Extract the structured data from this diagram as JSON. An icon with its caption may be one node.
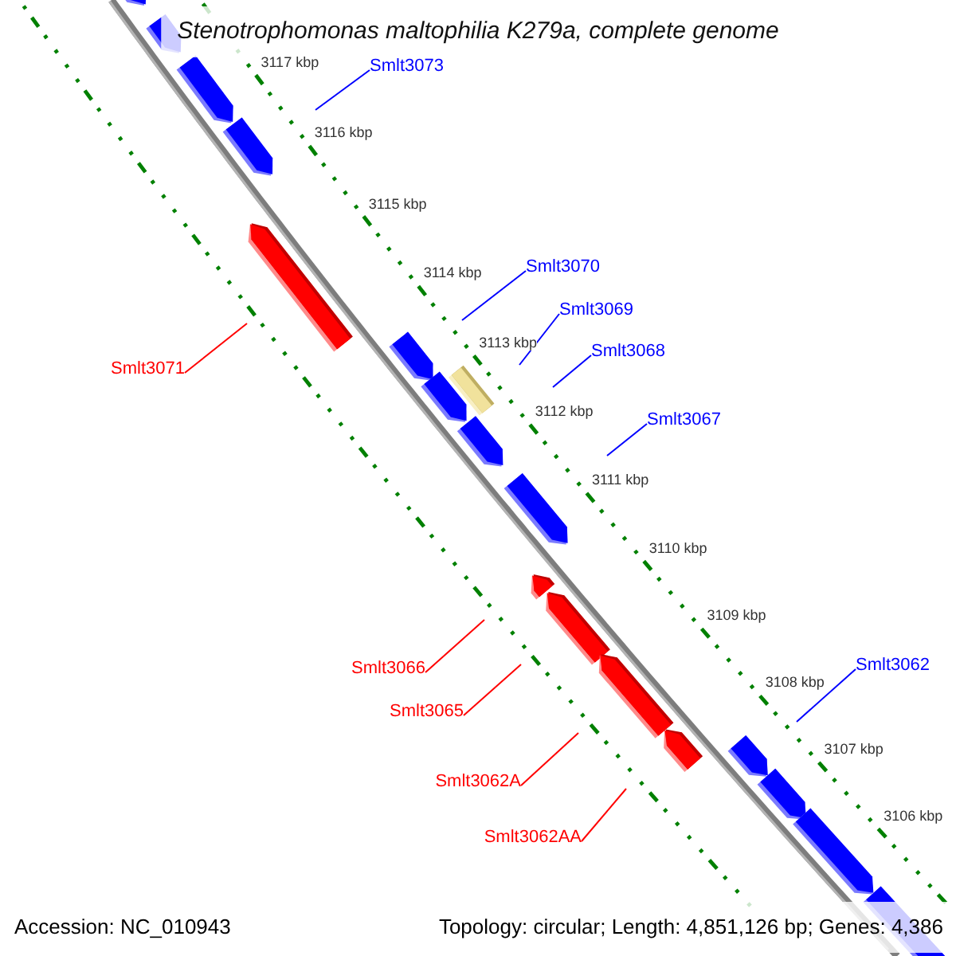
{
  "diagram": {
    "title": "Stenotrophomonas maltophilia K279a, complete genome",
    "nodes": [
      {
        "text": [
          "Smlt3073"
        ]
      },
      {
        "text": [
          "Smlt3070"
        ]
      },
      {
        "text": [
          "Smlt3069"
        ]
      },
      {
        "text": [
          "Smlt3068"
        ]
      },
      {
        "text": [
          "Smlt3071"
        ]
      },
      {
        "text": [
          "Smlt3067"
        ]
      },
      {
        "text": [
          "Smlt3066"
        ]
      },
      {
        "text": [
          "Smlt3062"
        ]
      },
      {
        "text": [
          "Smlt3065"
        ]
      },
      {
        "text": [
          "Smlt3062A"
        ]
      },
      {
        "text": [
          "Smlt3062AA"
        ]
      }
    ],
    "edges": [
      {
        "from": 0,
        "to": null,
        "arrow": "none"
      },
      {
        "from": 1,
        "to": null,
        "arrow": "none"
      },
      {
        "from": 2,
        "to": null,
        "arrow": "none"
      },
      {
        "from": 3,
        "to": null,
        "arrow": "none"
      },
      {
        "from": 4,
        "to": null,
        "arrow": "none",
        "color": "#ff0000"
      },
      {
        "from": 5,
        "to": null,
        "arrow": "none"
      },
      {
        "from": 6,
        "to": null,
        "arrow": "none",
        "color": "#ff0000"
      },
      {
        "from": 7,
        "to": null,
        "arrow": "none"
      },
      {
        "from": 8,
        "to": null,
        "arrow": "none",
        "color": "#ff0000"
      },
      {
        "from": 9,
        "to": null,
        "arrow": "none",
        "color": "#ff0000"
      },
      {
        "from": 10,
        "to": null,
        "arrow": "none",
        "color": "#ff0000"
      }
    ],
    "labels": [
      "3117 kbp",
      "3116 kbp",
      "3115 kbp",
      "3114 kbp",
      "3113 kbp",
      "3112 kbp",
      "3111 kbp",
      "3110 kbp",
      "3109 kbp",
      "3108 kbp",
      "3107 kbp",
      "3106 kbp",
      "Accession: NC_010943",
      "Topology: circular; Length: 4,851,126 bp; Genes: 4,386"
    ]
  }
}
